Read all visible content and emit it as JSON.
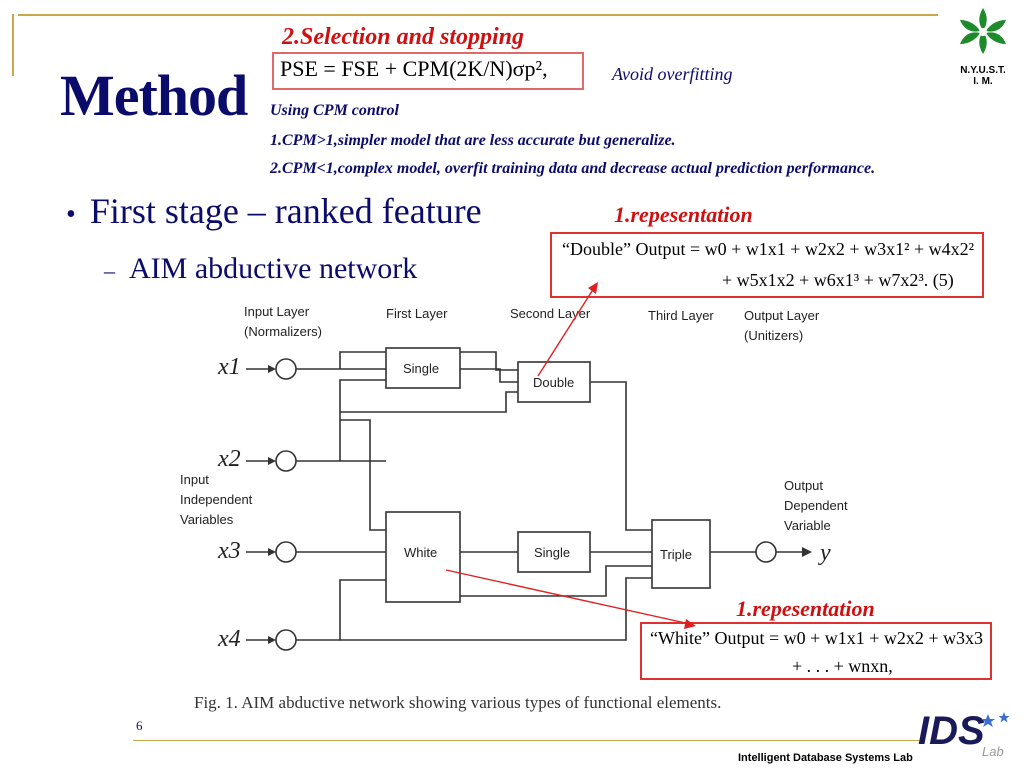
{
  "slide": {
    "title": "Method",
    "section_heading": "2.Selection and stopping",
    "formula": "PSE = FSE + CPM(2K/N)σp²,",
    "side_note": "Avoid overfitting",
    "notes": [
      "Using CPM control",
      "1.CPM>1,simpler model that are less accurate but generalize.",
      "2.CPM<1,complex model, overfit training data and decrease actual prediction performance."
    ],
    "bullet_1": "First stage – ranked feature",
    "bullet_2": "AIM abductive network",
    "bullet_marker": "•",
    "dash_marker": "–",
    "representation_label": "1.repesentation",
    "double_output_line1": "“Double” Output = w0 + w1x1 + w2x2 + w3x1² + w4x2²",
    "double_output_line2": "+ w5x1x2 + w6x1³ + w7x2³.     (5)",
    "white_output_line1": "“White”  Output = w0 + w1x1 + w2x2 + w3x3",
    "white_output_line2": "+ . . . + wnxn,",
    "page_number": "6",
    "lab_name": "Intelligent Database Systems Lab",
    "logo_text_line1": "N.Y.U.S.T.",
    "logo_text_line2": "I. M."
  },
  "diagram": {
    "layer_headers": [
      {
        "line1": "Input  Layer",
        "line2": "(Normalizers)"
      },
      {
        "line1": "First  Layer",
        "line2": ""
      },
      {
        "line1": "Second Layer",
        "line2": ""
      },
      {
        "line1": "Third  Layer",
        "line2": ""
      },
      {
        "line1": "Output  Layer",
        "line2": "(Unitizers)"
      }
    ],
    "inputs": [
      "x1",
      "x2",
      "x3",
      "x4"
    ],
    "input_side_label": [
      "Input",
      "Independent",
      "Variables"
    ],
    "output_side_label": [
      "Output",
      "Dependent",
      "Variable"
    ],
    "output_var": "y",
    "nodes": {
      "single_1": "Single",
      "double": "Double",
      "white": "White",
      "single_2": "Single",
      "triple": "Triple"
    },
    "caption": "Fig. 1.  AIM abductive network showing various types of functional elements."
  },
  "colors": {
    "title": "#0b0b6b",
    "accent_red": "#d01010",
    "frame": "#c8a84a"
  }
}
